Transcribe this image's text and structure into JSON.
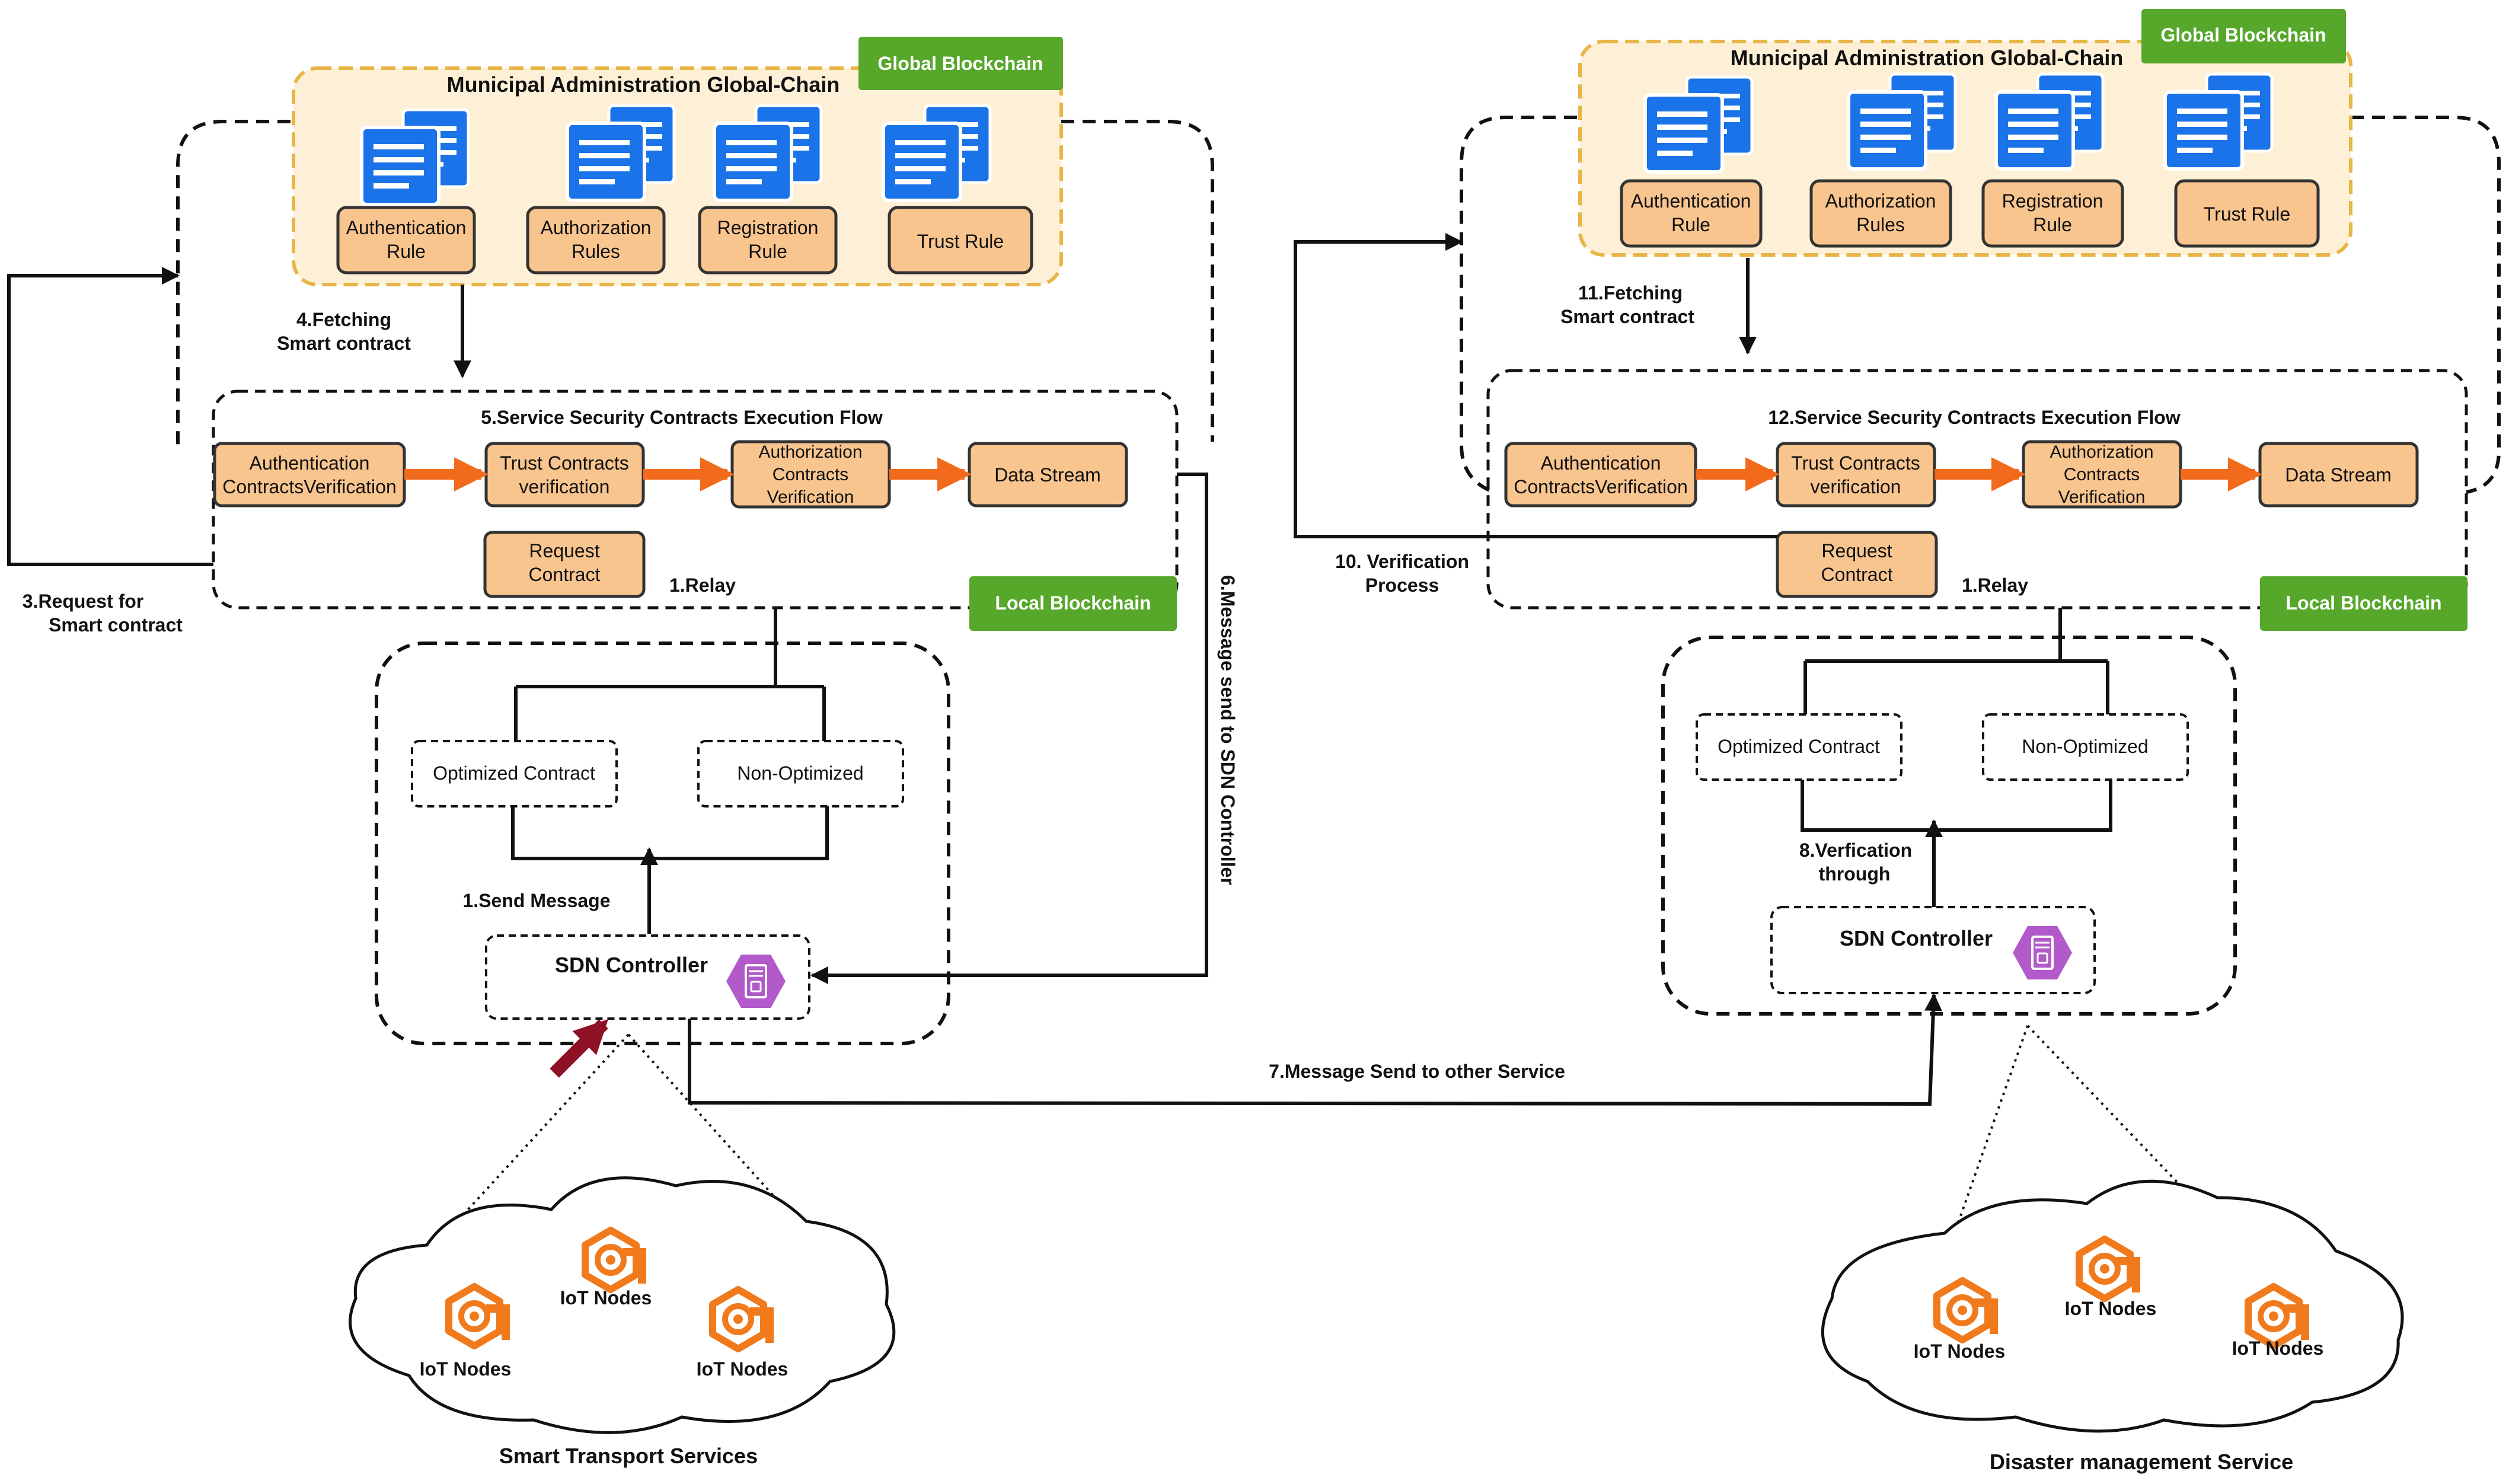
{
  "colors": {
    "rule_box_fill": "#f9c58f",
    "rule_box_stroke": "#333333",
    "global_chain_fill": "#fdf0d6",
    "global_chain_stroke": "#e8b547",
    "badge_green": "#56a72a",
    "flow_arrow_orange": "#f26b1d",
    "iot_orange": "#f07a1c",
    "sdn_purple": "#b25ac9",
    "doc_blue": "#1a73e8",
    "incoming_arrow_red": "#8e1126"
  },
  "left": {
    "global_chain_title": "Municipal Administration Global-Chain",
    "global_badge": "Global  Blockchain",
    "rules": [
      {
        "line1": "Authentication",
        "line2": "Rule"
      },
      {
        "line1": "Authorization",
        "line2": "Rules"
      },
      {
        "line1": "Registration",
        "line2": "Rule"
      },
      {
        "line1": "Trust Rule",
        "line2": ""
      }
    ],
    "fetching_line1": "4.Fetching",
    "fetching_line2": "Smart contract",
    "flow_title": "5.Service Security Contracts Execution Flow",
    "flow_steps": [
      {
        "line1": "Authentication",
        "line2": "ContractsVerification",
        "line3": ""
      },
      {
        "line1": "Trust Contracts",
        "line2": "verification",
        "line3": ""
      },
      {
        "line1": "Authorization",
        "line2": "Contracts",
        "line3": "Verification"
      },
      {
        "line1": "Data Stream",
        "line2": "",
        "line3": ""
      }
    ],
    "request_contract_line1": "Request",
    "request_contract_line2": "Contract",
    "relay_label": "1.Relay",
    "local_badge": "Local Blockchain",
    "request_smart_line1": "3.Request for",
    "request_smart_line2": "Smart contract",
    "message_sdn_label": "6.Message send to SDN Controller",
    "optimized_label": "Optimized  Contract",
    "non_optimized_label": "Non-Optimized",
    "send_message_label": "1.Send  Message",
    "sdn_controller_label": "SDN Controller",
    "iot_labels": [
      "IoT Nodes",
      "IoT Nodes",
      "IoT Nodes"
    ],
    "service_label": "Smart Transport Services"
  },
  "middle": {
    "message_other_service": "7.Message Send to other Service"
  },
  "right": {
    "global_chain_title": "Municipal Administration Global-Chain",
    "global_badge": "Global  Blockchain",
    "rules": [
      {
        "line1": "Authentication",
        "line2": "Rule"
      },
      {
        "line1": "Authorization",
        "line2": "Rules"
      },
      {
        "line1": "Registration",
        "line2": "Rule"
      },
      {
        "line1": "Trust Rule",
        "line2": ""
      }
    ],
    "fetching_line1": "11.Fetching",
    "fetching_line2": "Smart contract",
    "flow_title": "12.Service Security Contracts Execution Flow",
    "flow_steps": [
      {
        "line1": "Authentication",
        "line2": "ContractsVerification",
        "line3": ""
      },
      {
        "line1": "Trust Contracts",
        "line2": "verification",
        "line3": ""
      },
      {
        "line1": "Authorization",
        "line2": "Contracts",
        "line3": "Verification"
      },
      {
        "line1": "Data Stream",
        "line2": "",
        "line3": ""
      }
    ],
    "request_contract_line1": "Request",
    "request_contract_line2": "Contract",
    "relay_label": "1.Relay",
    "local_badge": "Local Blockchain",
    "verification_line1": "10. Verification",
    "verification_line2": "Process",
    "optimized_label": "Optimized  Contract",
    "non_optimized_label": "Non-Optimized",
    "verification_through_line1": "8.Verfication",
    "verification_through_line2": "through",
    "sdn_controller_label": "SDN Controller",
    "iot_labels": [
      "IoT Nodes",
      "IoT Nodes",
      "IoT Nodes"
    ],
    "service_label": "Disaster management Service"
  }
}
